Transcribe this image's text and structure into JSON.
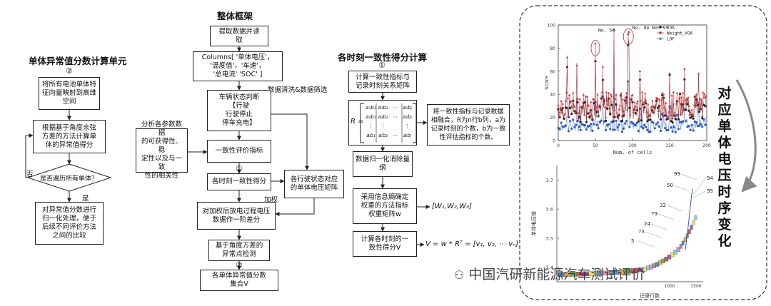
{
  "section1": {
    "title": "单体异常值分数计算单元",
    "step_no": "②",
    "boxes": [
      "将所有电池单体特\n征向量映射到高维\n空间",
      "根据基于角度余弦\n方差的方法计算单\n体的异常值得分",
      "是否遍历所有单体？",
      "对异常值分数进行\n归一化处理，便于\n后续不同评价方法\n之间的比较"
    ],
    "no_label": "否",
    "yes_label": "是"
  },
  "section2": {
    "title": "整体框架",
    "boxes": [
      "提取数据并读\n取",
      "Columns[ '单体电压'，\n'温度值'，'车速'，\n'总电流'  'SOC' ]",
      "车辆状态判断\n【行驶\n行驶停止\n停车充电】",
      "一致性评价指标",
      "各时刻一致性得分",
      "对加权后放电过程电压\n数据作一阶差分",
      "基于角度方差的\n异常点检测",
      "各单体异常值分数\n集合V",
      "分析各参数数据\n的可获得性、稳\n定性以及与一致\n性的相关性",
      "各行驶状态对应\n的单体电压矩阵"
    ],
    "label_clean": "数据清洗&数据筛选",
    "label_weight": "加权",
    "step1": "①",
    "step2": "②"
  },
  "section3": {
    "title": "各时刻一致性得分计算",
    "step_no": "①",
    "boxes": [
      "计算一致性指标与\n记录时刻关系矩阵",
      "将一致性指标与记录数据\n相融合，R为n行b列，a为\n记录时刻的个数，b为一致\n性评估指标的个数。",
      "数据归一化消除量\n纲",
      "采用信息熵确定\n权重的方法指标\n权重矩阵w",
      "计算各时刻的一\n致性得分V"
    ],
    "formula_r": "R =",
    "matrix_cells": [
      "a₁b₁",
      "a₁b₂",
      "⋯",
      "a₁bⱼ",
      "a₂b₁",
      "a₂b₂",
      "⋯",
      "a₂bⱼ",
      "⋮",
      "⋮",
      "",
      "⋮",
      "aᵢb₁",
      "aᵢb₂",
      "⋯",
      "aᵢbⱼ"
    ],
    "weights": "[W₁,W₂,W₃]",
    "formula_v": "V = w * Rᵀ = [v₁, v₂, ⋯ vₙ]"
  },
  "side_title": "对应单体电压时序变化",
  "watermark": "中国汽研新能源汽车测试评价",
  "chart_data": [
    {
      "type": "scatter",
      "xlabel": "Num. of cells",
      "ylabel": "Score",
      "xlim": [
        0,
        200
      ],
      "ylim": [
        0,
        100
      ],
      "xticks": [
        "0",
        "50",
        "100",
        "150",
        "200"
      ],
      "yticks": [
        "0",
        "20",
        "40",
        "60",
        "80",
        "100"
      ],
      "annotations": [
        "No. 50",
        "No. 94 No. 95"
      ],
      "series": [
        {
          "name": "VOA",
          "color": "#222222"
        },
        {
          "name": "Weight_VOA",
          "color": "#d62728"
        },
        {
          "name": "LOF",
          "color": "#2a5bd7"
        }
      ],
      "grid": false,
      "legend": "top-right"
    },
    {
      "type": "line",
      "ylabel": "单体电压值",
      "xlabel": "记录行数",
      "ylim": [
        3.35,
        3.75
      ],
      "yticks": [
        "3.7",
        "3.6",
        "3.5",
        "3.4"
      ],
      "xticks": [
        "1000",
        "1500"
      ],
      "cell_labels": [
        "99",
        "50",
        "94",
        "95",
        "32",
        "79",
        "24",
        "73",
        "5"
      ],
      "grid": false
    }
  ]
}
